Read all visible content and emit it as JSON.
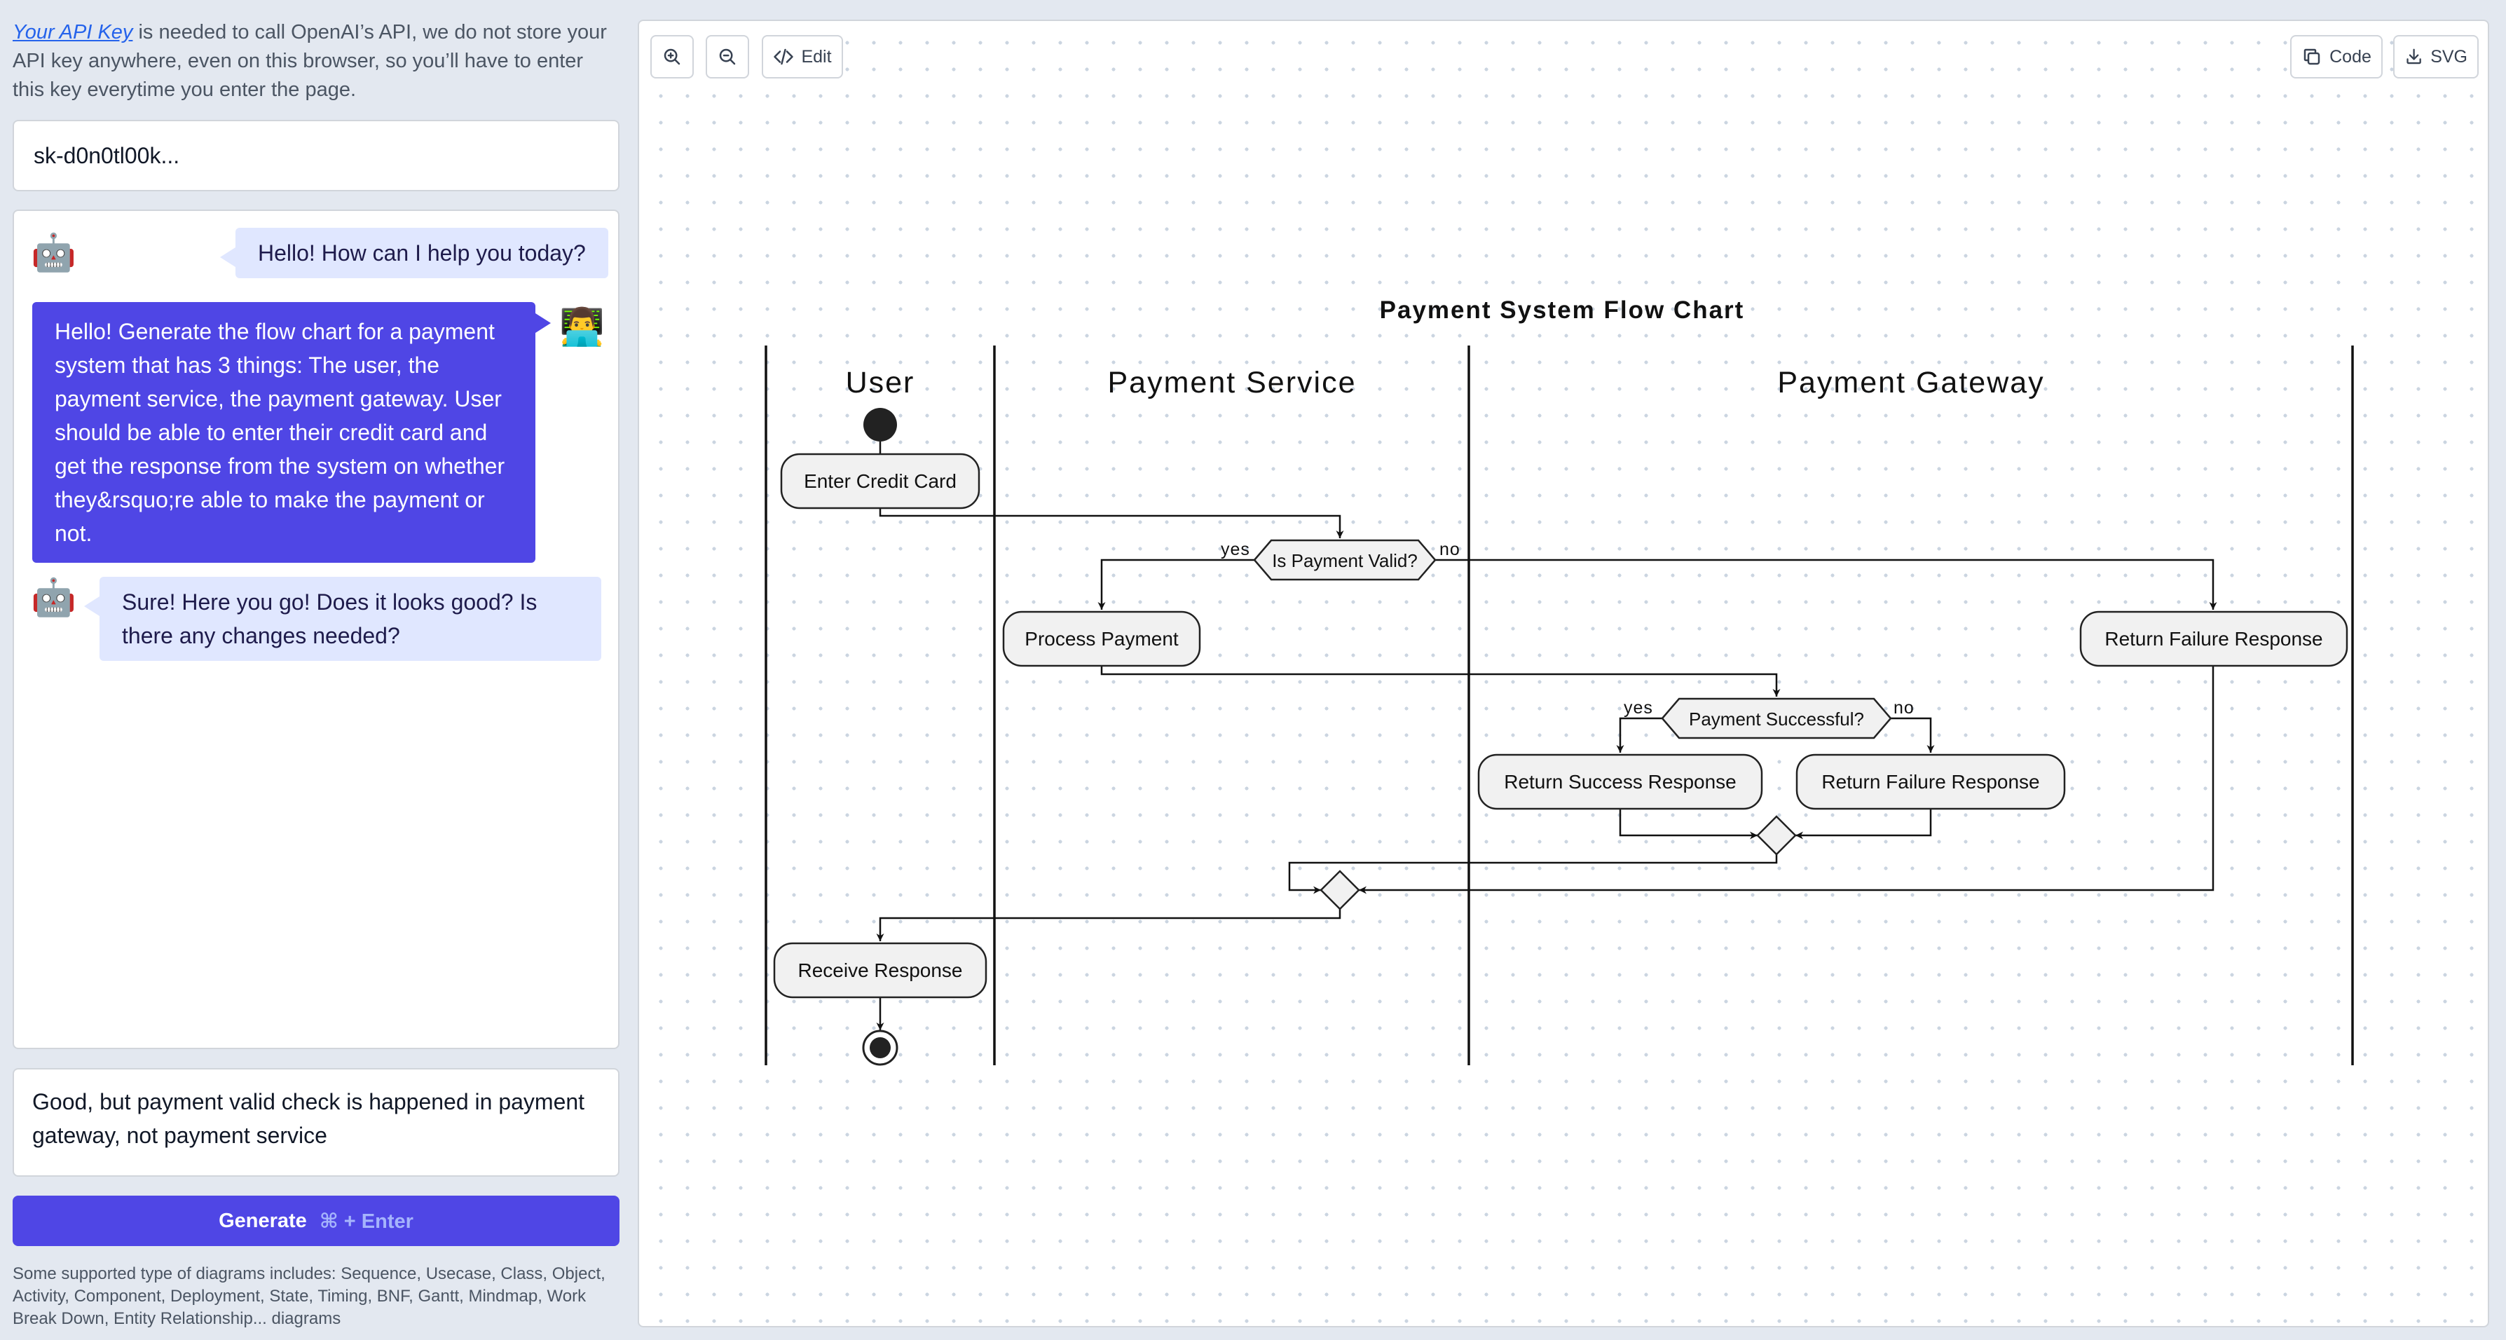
{
  "left": {
    "note": {
      "link": "Your API Key",
      "text": " is needed to call OpenAI’s API, we do not store your API key anywhere, even on this browser, so you’ll have to enter this key everytime you enter the page."
    },
    "api_key_value": "sk-d0n0tl00k...",
    "messages": [
      {
        "role": "bot",
        "avatar": "🤖",
        "text": "Hello! How can I help you today?"
      },
      {
        "role": "user",
        "avatar": "👨‍💻",
        "text": "Hello! Generate the flow chart for a payment system that has 3 things: The user, the payment service, the payment gateway. User should be able to enter their credit card and get the response from the system on whether they&rsquo;re able to make the payment or not."
      },
      {
        "role": "bot",
        "avatar": "🤖",
        "text": "Sure! Here you go! Does it looks good? Is there any changes needed?"
      }
    ],
    "input_value": "Good, but payment valid check is happened in payment gateway, not payment service",
    "generate_label": "Generate",
    "generate_shortcut": "⌘ + Enter",
    "footnote": "Some supported type of diagrams includes: Sequence, Usecase, Class, Object, Activity, Component, Deployment, State, Timing, BNF, Gantt, Mindmap, Work Break Down, Entity Relationship... diagrams"
  },
  "toolbar": {
    "zoom_in_icon": "zoom-in-icon",
    "zoom_out_icon": "zoom-out-icon",
    "edit_label": "Edit",
    "code_label": "Code",
    "svg_label": "SVG"
  },
  "diagram": {
    "title": "Payment System Flow Chart",
    "lanes": [
      "User",
      "Payment Service",
      "Payment Gateway"
    ],
    "nodes": {
      "enter_card": "Enter Credit Card",
      "valid_check": "Is Payment Valid?",
      "process": "Process Payment",
      "return_failure_1": "Return Failure Response",
      "success_check": "Payment Successful?",
      "return_success": "Return Success Response",
      "return_failure_2": "Return Failure Response",
      "receive": "Receive Response"
    },
    "labels": {
      "yes_1": "yes",
      "no_1": "no",
      "yes_2": "yes",
      "no_2": "no"
    }
  }
}
